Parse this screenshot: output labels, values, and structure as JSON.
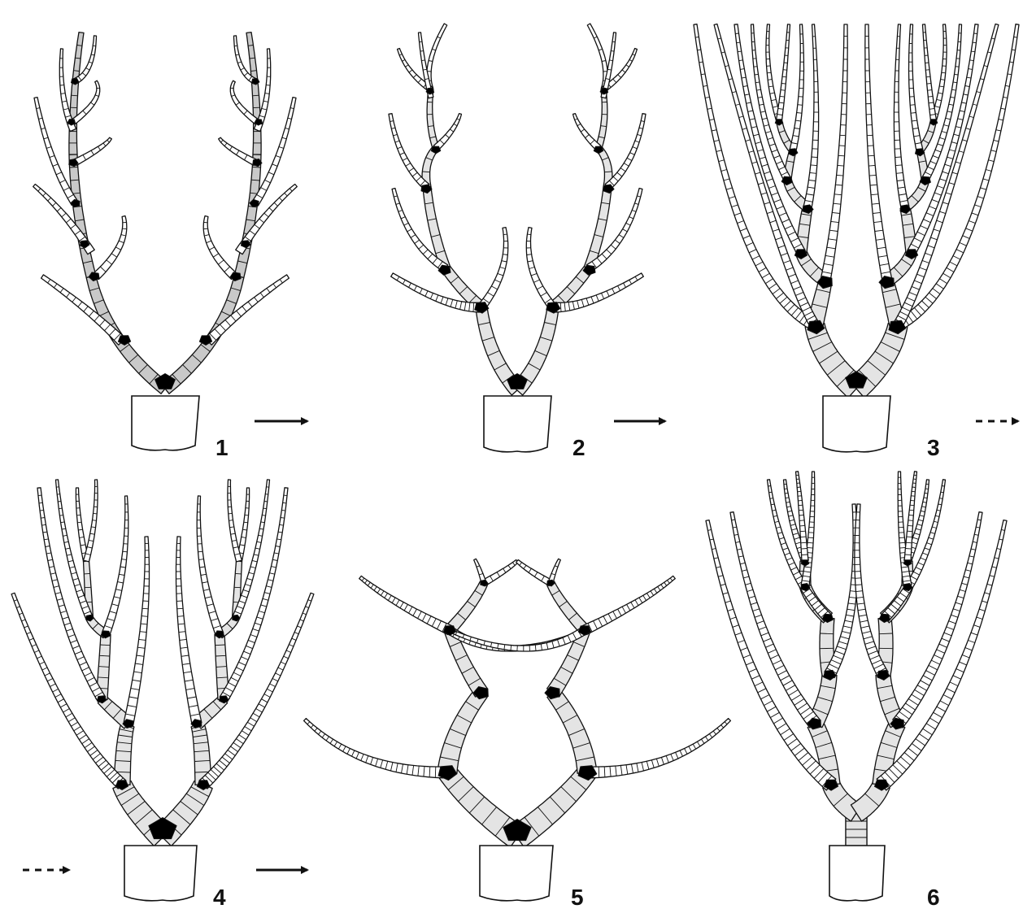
{
  "figure": {
    "colors": {
      "ink": "#111111",
      "arm_fill": "#e4e4e4",
      "primibrach_fill": "#c9c9c9",
      "axillary": "#000000",
      "cup_fill": "#ffffff",
      "background": "#ffffff"
    },
    "panels": [
      {
        "label": "1",
        "arrow": "solid"
      },
      {
        "label": "2",
        "arrow": "solid"
      },
      {
        "label": "3",
        "arrow": "dashed"
      },
      {
        "label": "4",
        "arrow": "solid",
        "lead_arrow": "dashed"
      },
      {
        "label": "5",
        "arrow": "none"
      },
      {
        "label": "6",
        "arrow": "none"
      }
    ]
  }
}
